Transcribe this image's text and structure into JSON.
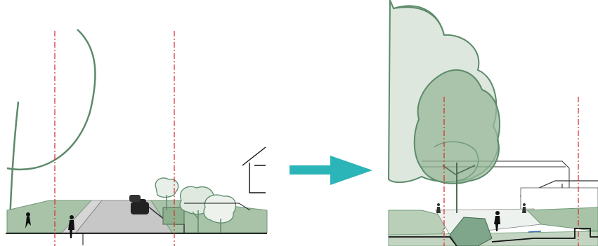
{
  "diagram": {
    "type": "street-section-before-after",
    "panels": [
      {
        "role": "existing-condition"
      },
      {
        "role": "proposed-condition"
      }
    ],
    "connector": {
      "icon": "arrow-right-icon",
      "color": "#2bb5b8"
    },
    "colors": {
      "vegetation": "#a9c3a8",
      "vegetation_dark": "#6f9a7a",
      "tree_stroke": "#5c8a6a",
      "road": "#c7c7c7",
      "building_line": "#333333",
      "property_line": "#d62828",
      "arrow": "#2bb5b8"
    }
  }
}
